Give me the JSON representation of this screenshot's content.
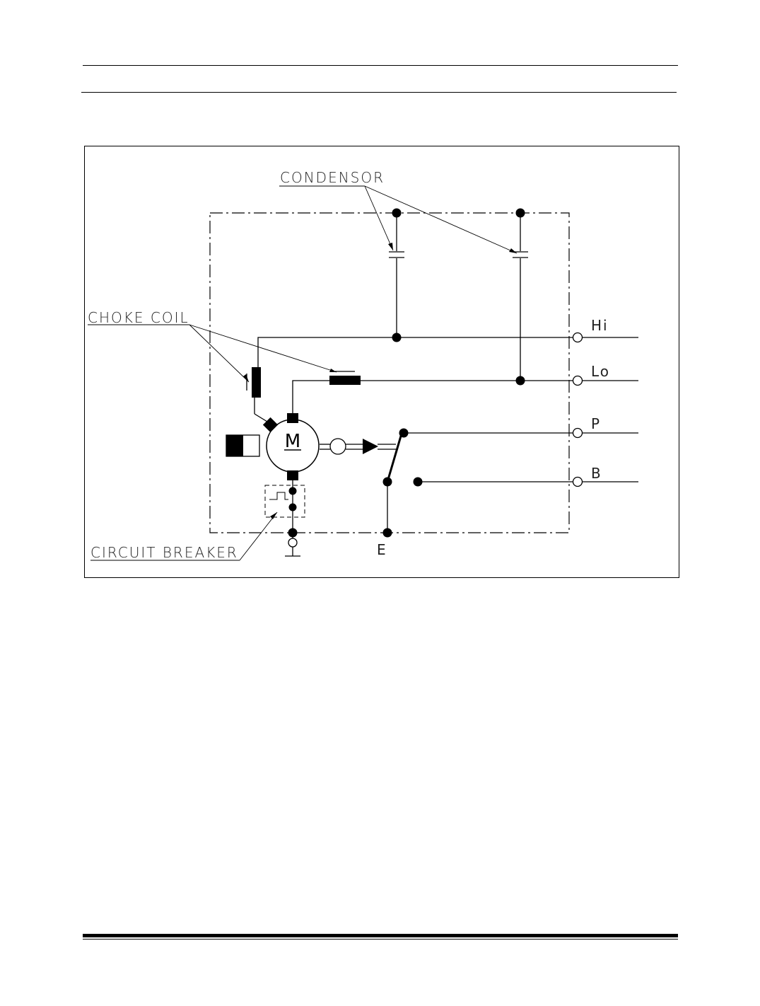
{
  "labels": {
    "condensor": "CONDENSOR",
    "choke_coil": "CHOKE COIL",
    "circuit_breaker": "CIRCUIT BREAKER",
    "motor": "M"
  },
  "terminals": {
    "hi": "Hi",
    "lo": "Lo",
    "p": "P",
    "b": "B",
    "e": "E"
  },
  "colors": {
    "ink": "#000000",
    "paper": "#ffffff"
  }
}
